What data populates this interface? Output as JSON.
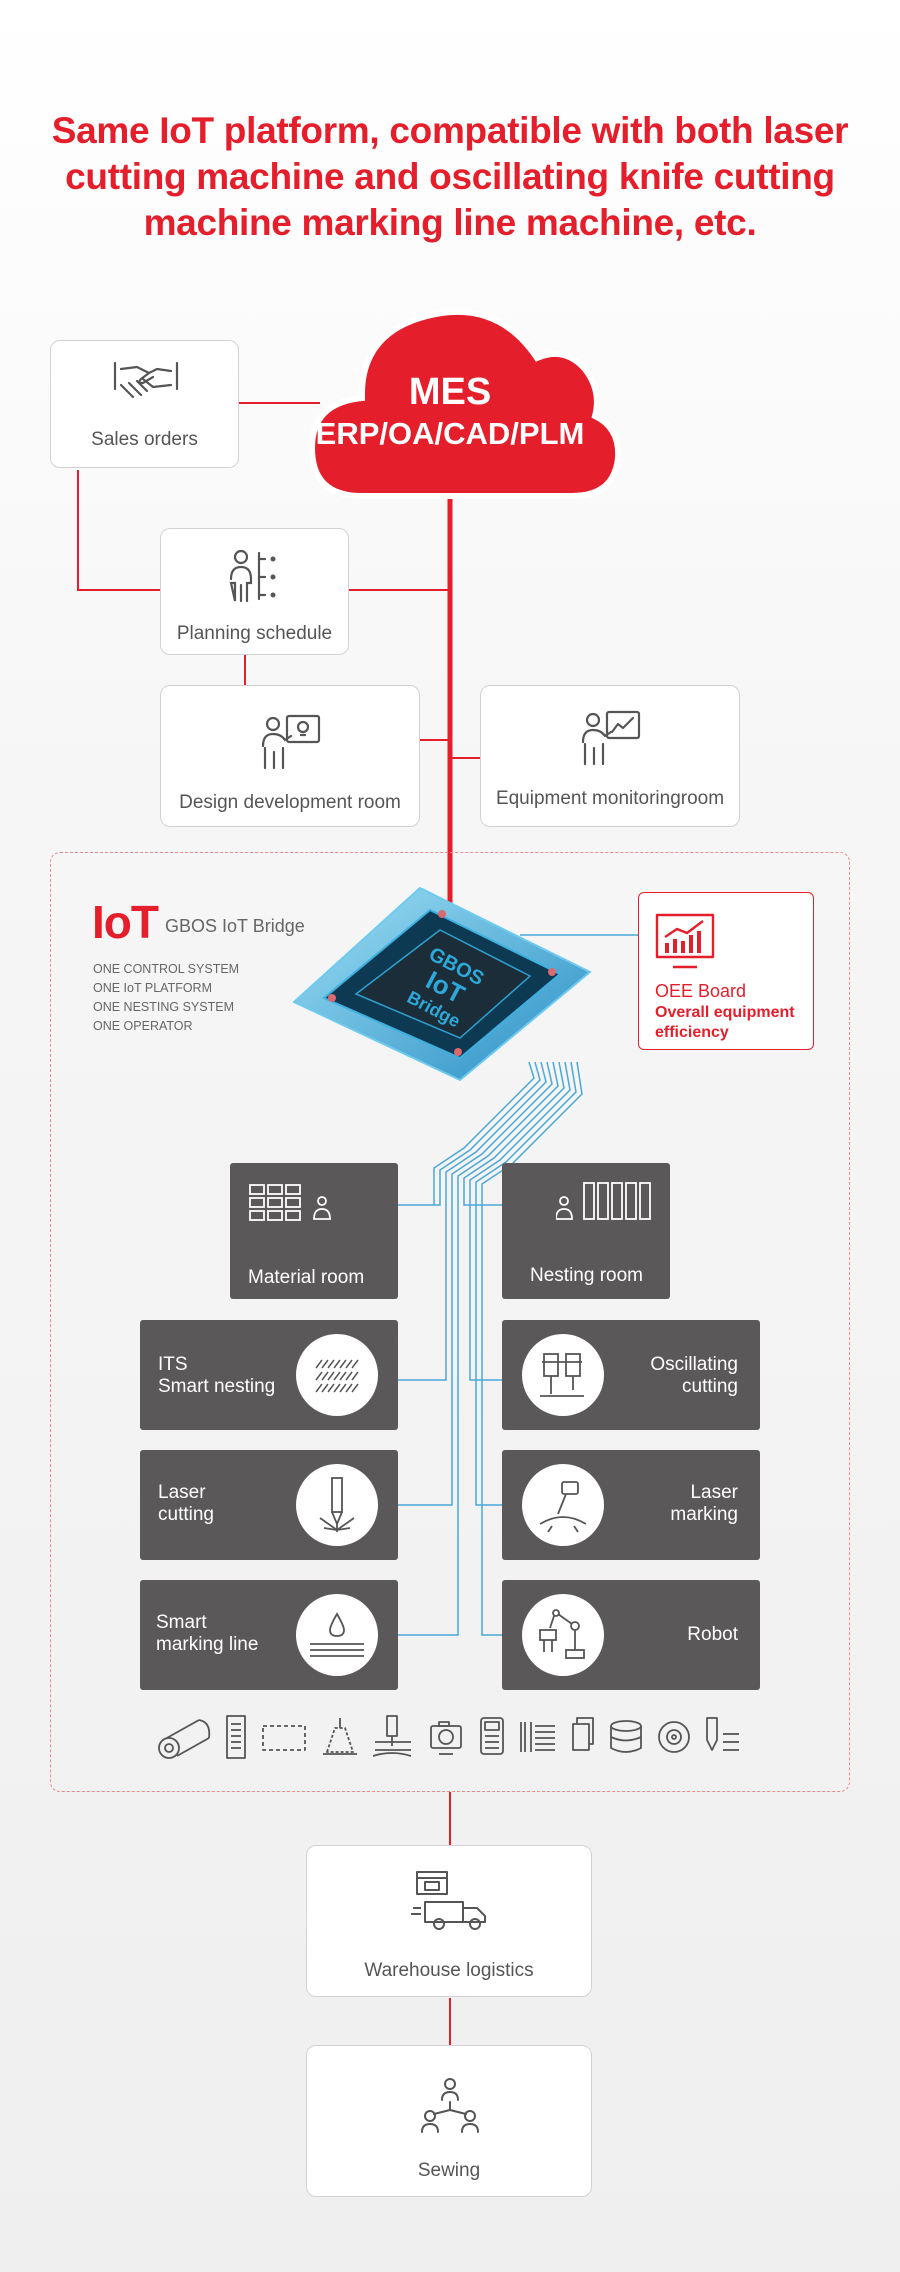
{
  "title": "Same IoT platform, compatible with both laser cutting machine and oscillating knife cutting machine marking line machine, etc.",
  "cloud": {
    "line1": "MES",
    "line2": "ERP/OA/CAD/PLM"
  },
  "nodes": {
    "sales": "Sales orders",
    "planning": "Planning schedule",
    "design": "Design development room",
    "equipment": "Equipment monitoringroom",
    "warehouse": "Warehouse logistics",
    "sewing": "Sewing"
  },
  "iot": {
    "logo": "IoT",
    "subtitle": "GBOS IoT Bridge",
    "lines": [
      "ONE CONTROL SYSTEM",
      "ONE IoT PLATFORM",
      "ONE NESTING SYSTEM",
      "ONE OPERATOR"
    ],
    "chip_text": [
      "GBOS",
      "IoT",
      "Bridge"
    ]
  },
  "oee": {
    "title": "OEE Board",
    "subtitle_line1": "Overall equipment",
    "subtitle_line2": "efficiency"
  },
  "rooms": {
    "material": "Material room",
    "nesting": "Nesting room"
  },
  "machines": {
    "its_l1": "ITS",
    "its_l2": "Smart nesting",
    "oscillating_l1": "Oscillating",
    "oscillating_l2": "cutting",
    "laser_cut_l1": "Laser",
    "laser_cut_l2": "cutting",
    "laser_mark_l1": "Laser",
    "laser_mark_l2": "marking",
    "smart_l1": "Smart",
    "smart_l2": "marking line",
    "robot": "Robot"
  },
  "colors": {
    "accent": "#e41e2b",
    "dark_panel": "#5a5858",
    "wire": "#4aa8d8"
  },
  "device_icons": [
    "roll-icon",
    "keypad-icon",
    "dashed-frame-icon",
    "lamp-icon",
    "pen-tool-icon",
    "camera-icon",
    "calculator-icon",
    "barcode-icon",
    "documents-icon",
    "disk-icon",
    "target-icon",
    "marker-icon"
  ]
}
